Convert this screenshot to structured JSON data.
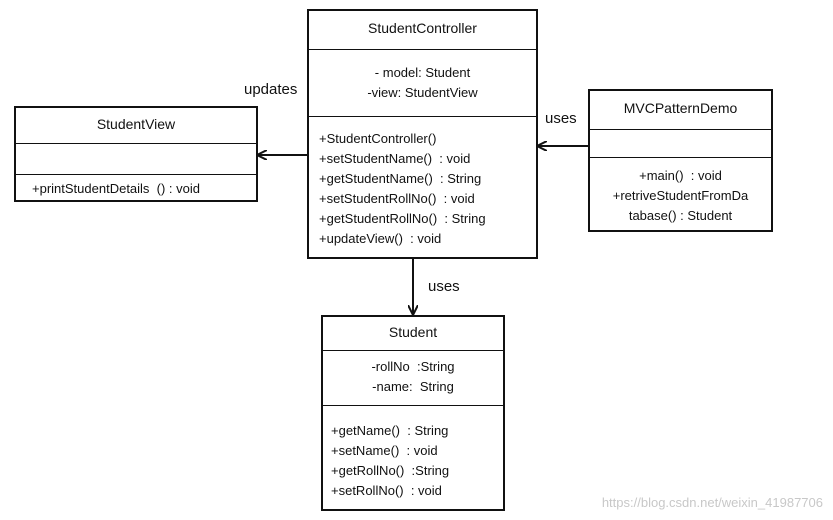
{
  "classes": {
    "controller": {
      "name": "StudentController",
      "attributes": [
        "- model: Student",
        "-view: StudentView"
      ],
      "methods": [
        "+StudentController()",
        "+setStudentName()  : void",
        "+getStudentName()  : String",
        "+setStudentRollNo()  : void",
        "+getStudentRollNo()  : String",
        "+updateView()  : void"
      ]
    },
    "view": {
      "name": "StudentView",
      "attributes": [],
      "methods": [
        "+printStudentDetails  () : void"
      ]
    },
    "demo": {
      "name": "MVCPatternDemo",
      "attributes": [],
      "methods": [
        "+main()  : void",
        "+retriveStudentFromDa",
        "tabase() : Student"
      ]
    },
    "student": {
      "name": "Student",
      "attributes": [
        "-rollNo  :String",
        "-name:  String"
      ],
      "methods": [
        "+getName()  : String",
        "+setName()  : void",
        "+getRollNo()  :String",
        "+setRollNo()  : void"
      ]
    }
  },
  "relations": {
    "updates": "updates",
    "uses_demo": "uses",
    "uses_student": "uses"
  },
  "watermark": "https://blog.csdn.net/weixin_41987706"
}
